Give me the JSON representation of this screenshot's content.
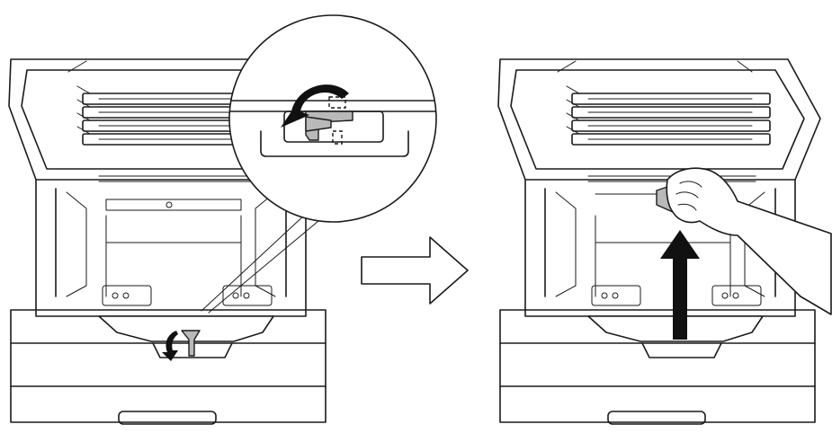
{
  "illustration": {
    "steps": [
      {
        "action": "turn-lever",
        "lever_color": "#b9b9b9"
      },
      {
        "action": "lift-waste-toner-box",
        "arrow": "up"
      }
    ],
    "transition_arrow": "right",
    "colors": {
      "line": "#1a1a1a",
      "fill": "#ffffff",
      "lever": "#b9b9b9",
      "arrow": "#111111"
    }
  }
}
